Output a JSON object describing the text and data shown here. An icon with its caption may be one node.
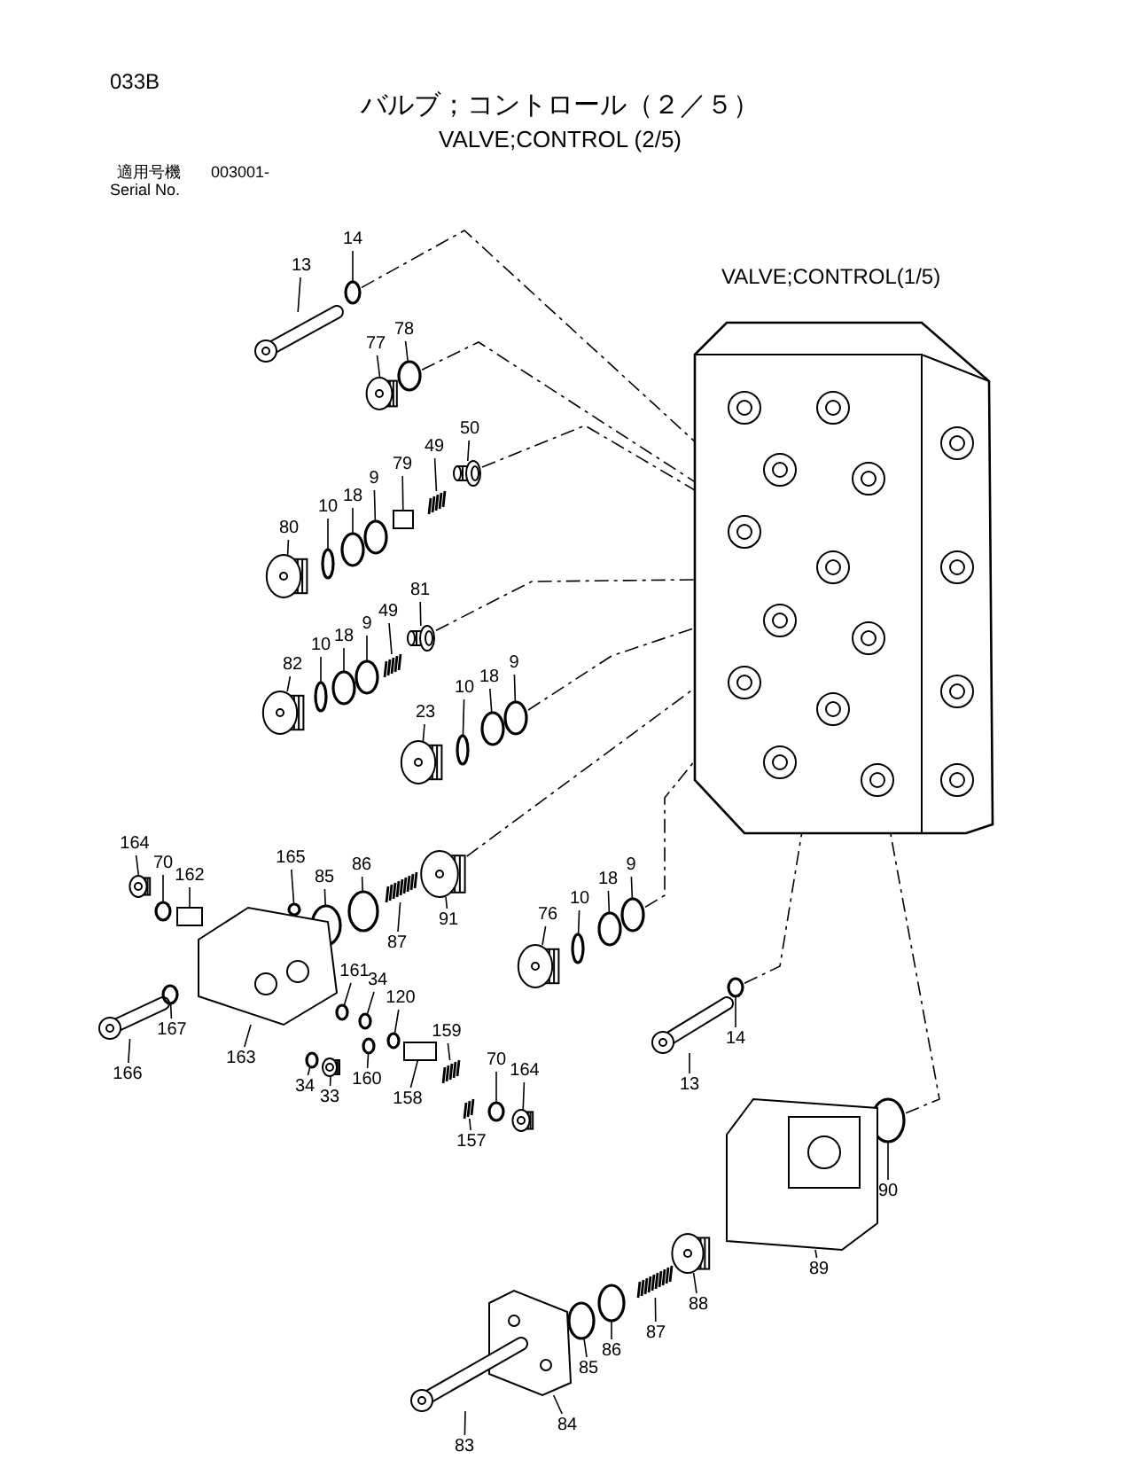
{
  "diagram": {
    "title": "バルブ；コントロール（２／５）",
    "nodes": [
      {
        "text": [
          "13"
        ]
      },
      {
        "text": [
          "14"
        ]
      },
      {
        "text": [
          "77"
        ]
      },
      {
        "text": [
          "78"
        ]
      },
      {
        "text": [
          "50"
        ]
      },
      {
        "text": [
          "49"
        ]
      },
      {
        "text": [
          "79"
        ]
      },
      {
        "text": [
          "9"
        ]
      },
      {
        "text": [
          "18"
        ]
      },
      {
        "text": [
          "10"
        ]
      },
      {
        "text": [
          "80"
        ]
      },
      {
        "text": [
          "81"
        ]
      },
      {
        "text": [
          "49"
        ]
      },
      {
        "text": [
          "9"
        ]
      },
      {
        "text": [
          "18"
        ]
      },
      {
        "text": [
          "10"
        ]
      },
      {
        "text": [
          "82"
        ]
      },
      {
        "text": [
          "10"
        ]
      },
      {
        "text": [
          "18"
        ]
      },
      {
        "text": [
          "9"
        ]
      },
      {
        "text": [
          "23"
        ]
      },
      {
        "text": [
          "164"
        ]
      },
      {
        "text": [
          "70"
        ]
      },
      {
        "text": [
          "162"
        ]
      },
      {
        "text": [
          "165"
        ]
      },
      {
        "text": [
          "85"
        ]
      },
      {
        "text": [
          "86"
        ]
      },
      {
        "text": [
          "87"
        ]
      },
      {
        "text": [
          "91"
        ]
      },
      {
        "text": [
          "76"
        ]
      },
      {
        "text": [
          "10"
        ]
      },
      {
        "text": [
          "18"
        ]
      },
      {
        "text": [
          "9"
        ]
      },
      {
        "text": [
          "161"
        ]
      },
      {
        "text": [
          "34"
        ]
      },
      {
        "text": [
          "120"
        ]
      },
      {
        "text": [
          "166"
        ]
      },
      {
        "text": [
          "167"
        ]
      },
      {
        "text": [
          "163"
        ]
      },
      {
        "text": [
          "34"
        ]
      },
      {
        "text": [
          "33"
        ]
      },
      {
        "text": [
          "160"
        ]
      },
      {
        "text": [
          "159"
        ]
      },
      {
        "text": [
          "158"
        ]
      },
      {
        "text": [
          "70"
        ]
      },
      {
        "text": [
          "164"
        ]
      },
      {
        "text": [
          "157"
        ]
      },
      {
        "text": [
          "14"
        ]
      },
      {
        "text": [
          "13"
        ]
      },
      {
        "text": [
          "90"
        ]
      },
      {
        "text": [
          "89"
        ]
      },
      {
        "text": [
          "88"
        ]
      },
      {
        "text": [
          "87"
        ]
      },
      {
        "text": [
          "86"
        ]
      },
      {
        "text": [
          "85"
        ]
      },
      {
        "text": [
          "84"
        ]
      },
      {
        "text": [
          "83"
        ]
      },
      {
        "text": [],
        "shape": "picture"
      },
      {
        "text": [],
        "shape": "circle"
      },
      {
        "text": [],
        "shape": "picture"
      },
      {
        "text": [],
        "shape": "circle"
      },
      {
        "text": [],
        "shape": "picture"
      },
      {
        "text": [],
        "shape": "picture"
      },
      {
        "text": [],
        "shape": "box"
      },
      {
        "text": [],
        "shape": "circle"
      },
      {
        "text": [],
        "shape": "circle"
      },
      {
        "text": [],
        "shape": "circle"
      },
      {
        "text": [],
        "shape": "picture"
      },
      {
        "text": [],
        "shape": "picture"
      },
      {
        "text": [],
        "shape": "picture"
      },
      {
        "text": [],
        "shape": "circle"
      },
      {
        "text": [],
        "shape": "circle"
      },
      {
        "text": [],
        "shape": "circle"
      },
      {
        "text": [],
        "shape": "picture"
      },
      {
        "text": [],
        "shape": "circle"
      },
      {
        "text": [],
        "shape": "circle"
      },
      {
        "text": [],
        "shape": "circle"
      },
      {
        "text": [],
        "shape": "picture"
      },
      {
        "text": [],
        "shape": "picture"
      },
      {
        "text": [],
        "shape": "circle"
      },
      {
        "text": [],
        "shape": "box"
      },
      {
        "text": [],
        "shape": "circle"
      },
      {
        "text": [],
        "shape": "circle"
      },
      {
        "text": [],
        "shape": "circle"
      },
      {
        "text": [],
        "shape": "picture"
      },
      {
        "text": [],
        "shape": "picture"
      },
      {
        "text": [],
        "shape": "picture"
      },
      {
        "text": [],
        "shape": "circle"
      },
      {
        "text": [],
        "shape": "circle"
      },
      {
        "text": [],
        "shape": "circle"
      },
      {
        "text": [],
        "shape": "circle"
      },
      {
        "text": [],
        "shape": "circle"
      },
      {
        "text": [],
        "shape": "circle"
      },
      {
        "text": [],
        "shape": "picture"
      },
      {
        "text": [],
        "shape": "circle"
      },
      {
        "text": [],
        "shape": "picture"
      },
      {
        "text": [],
        "shape": "circle"
      },
      {
        "text": [],
        "shape": "picture"
      },
      {
        "text": [],
        "shape": "circle"
      },
      {
        "text": [],
        "shape": "picture"
      },
      {
        "text": [],
        "shape": "box"
      },
      {
        "text": [],
        "shape": "circle"
      },
      {
        "text": [],
        "shape": "picture"
      },
      {
        "text": [],
        "shape": "picture"
      },
      {
        "text": [],
        "shape": "circle"
      },
      {
        "text": [],
        "shape": "picture"
      },
      {
        "text": [],
        "shape": "circle"
      },
      {
        "text": [],
        "shape": "picture"
      },
      {
        "text": [],
        "shape": "picture"
      },
      {
        "text": [],
        "shape": "picture"
      },
      {
        "text": [],
        "shape": "circle"
      },
      {
        "text": [],
        "shape": "circle"
      },
      {
        "text": [],
        "shape": "picture"
      },
      {
        "text": [],
        "shape": "picture"
      },
      {
        "text": [],
        "shape": "picture"
      }
    ],
    "edges": [
      {
        "from": 0,
        "to": 57,
        "arrow": "none"
      },
      {
        "from": 1,
        "to": 58,
        "arrow": "none"
      },
      {
        "from": 2,
        "to": 59,
        "arrow": "none"
      },
      {
        "from": 3,
        "to": 60,
        "arrow": "none"
      },
      {
        "from": 4,
        "to": 61,
        "arrow": "none"
      },
      {
        "from": 5,
        "to": 62,
        "arrow": "none"
      },
      {
        "from": 6,
        "to": 63,
        "arrow": "none"
      },
      {
        "from": 7,
        "to": 64,
        "arrow": "none"
      },
      {
        "from": 8,
        "to": 65,
        "arrow": "none"
      },
      {
        "from": 9,
        "to": 66,
        "arrow": "none"
      },
      {
        "from": 10,
        "to": 67,
        "arrow": "none"
      },
      {
        "from": 11,
        "to": 68,
        "arrow": "none"
      },
      {
        "from": 12,
        "to": 69,
        "arrow": "none"
      },
      {
        "from": 13,
        "to": 70,
        "arrow": "none"
      },
      {
        "from": 14,
        "to": 71,
        "arrow": "none"
      },
      {
        "from": 15,
        "to": 72,
        "arrow": "none"
      },
      {
        "from": 16,
        "to": 73,
        "arrow": "none"
      },
      {
        "from": 17,
        "to": 74,
        "arrow": "none"
      },
      {
        "from": 18,
        "to": 75,
        "arrow": "none"
      },
      {
        "from": 19,
        "to": 76,
        "arrow": "none"
      },
      {
        "from": 20,
        "to": 77,
        "arrow": "none"
      },
      {
        "from": 21,
        "to": 78,
        "arrow": "none"
      },
      {
        "from": 22,
        "to": 79,
        "arrow": "none"
      },
      {
        "from": 23,
        "to": 80,
        "arrow": "none"
      },
      {
        "from": 24,
        "to": 81,
        "arrow": "none"
      },
      {
        "from": 25,
        "to": 82,
        "arrow": "none"
      },
      {
        "from": 26,
        "to": 83,
        "arrow": "none"
      },
      {
        "from": 27,
        "to": 84,
        "arrow": "none"
      },
      {
        "from": 28,
        "to": 85,
        "arrow": "none"
      },
      {
        "from": 29,
        "to": 86,
        "arrow": "none"
      },
      {
        "from": 30,
        "to": 87,
        "arrow": "none"
      },
      {
        "from": 31,
        "to": 88,
        "arrow": "none"
      },
      {
        "from": 32,
        "to": 89,
        "arrow": "none"
      },
      {
        "from": 33,
        "to": 90,
        "arrow": "none"
      },
      {
        "from": 34,
        "to": 91,
        "arrow": "none"
      },
      {
        "from": 35,
        "to": 92,
        "arrow": "none"
      },
      {
        "from": 36,
        "to": 93,
        "arrow": "none"
      },
      {
        "from": 37,
        "to": 94,
        "arrow": "none"
      },
      {
        "from": 38,
        "to": 95,
        "arrow": "none"
      },
      {
        "from": 39,
        "to": 96,
        "arrow": "none"
      },
      {
        "from": 40,
        "to": 97,
        "arrow": "none"
      },
      {
        "from": 41,
        "to": 98,
        "arrow": "none"
      },
      {
        "from": 42,
        "to": 99,
        "arrow": "none"
      },
      {
        "from": 43,
        "to": 100,
        "arrow": "none"
      },
      {
        "from": 44,
        "to": 101,
        "arrow": "none"
      },
      {
        "from": 45,
        "to": 102,
        "arrow": "none"
      },
      {
        "from": 46,
        "to": 103,
        "arrow": "none"
      },
      {
        "from": 47,
        "to": 104,
        "arrow": "none"
      },
      {
        "from": 48,
        "to": 105,
        "arrow": "none"
      },
      {
        "from": 49,
        "to": 106,
        "arrow": "none"
      },
      {
        "from": 50,
        "to": 107,
        "arrow": "none"
      },
      {
        "from": 51,
        "to": 108,
        "arrow": "none"
      },
      {
        "from": 52,
        "to": 109,
        "arrow": "none"
      },
      {
        "from": 53,
        "to": 110,
        "arrow": "none"
      },
      {
        "from": 54,
        "to": 111,
        "arrow": "none"
      },
      {
        "from": 55,
        "to": 112,
        "arrow": "none"
      },
      {
        "from": 56,
        "to": 113,
        "arrow": "none"
      },
      {
        "from": 58,
        "to": 114,
        "arrow": "none",
        "style": "dashed"
      },
      {
        "from": 60,
        "to": 114,
        "arrow": "none",
        "style": "dashed"
      },
      {
        "from": 61,
        "to": 114,
        "arrow": "none",
        "style": "dashed"
      },
      {
        "from": 68,
        "to": 114,
        "arrow": "none",
        "style": "dashed"
      },
      {
        "from": 76,
        "to": 114,
        "arrow": "none",
        "style": "dashed"
      },
      {
        "from": 85,
        "to": 114,
        "arrow": "none",
        "style": "dashed"
      },
      {
        "from": 89,
        "to": 114,
        "arrow": "none",
        "style": "dashed"
      },
      {
        "from": 104,
        "to": 114,
        "arrow": "none",
        "style": "dashed"
      },
      {
        "from": 106,
        "to": 114,
        "arrow": "none",
        "style": "dashed"
      }
    ],
    "labels": [
      "033B",
      "VALVE;CONTROL (2/5)",
      "適用号機",
      "003001-",
      "Serial No.",
      "VALVE;CONTROL(1/5)"
    ]
  }
}
